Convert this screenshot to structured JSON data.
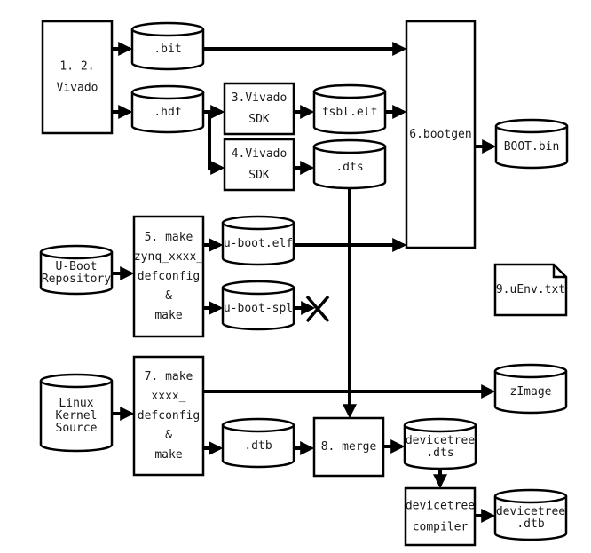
{
  "diagram": {
    "type": "flowchart",
    "nodes": {
      "vivado": {
        "kind": "process",
        "lines": [
          "1. 2.",
          "Vivado"
        ]
      },
      "bit": {
        "kind": "file",
        "lines": [
          ".bit"
        ]
      },
      "hdf": {
        "kind": "file",
        "lines": [
          ".hdf"
        ]
      },
      "sdk3": {
        "kind": "process",
        "lines": [
          "3.Vivado",
          "SDK"
        ]
      },
      "sdk4": {
        "kind": "process",
        "lines": [
          "4.Vivado",
          "SDK"
        ]
      },
      "fsbl": {
        "kind": "file",
        "lines": [
          "fsbl.elf"
        ]
      },
      "dts": {
        "kind": "file",
        "lines": [
          ".dts"
        ]
      },
      "bootgen": {
        "kind": "process",
        "lines": [
          "6.bootgen"
        ]
      },
      "bootbin": {
        "kind": "file",
        "lines": [
          "BOOT.bin"
        ]
      },
      "uboot_repo": {
        "kind": "file",
        "lines": [
          "U-Boot",
          "Repository"
        ]
      },
      "make5": {
        "kind": "process",
        "lines": [
          "5. make",
          "zynq_xxxx_",
          "defconfig",
          "&",
          "make"
        ]
      },
      "uboot_elf": {
        "kind": "file",
        "lines": [
          "u-boot.elf"
        ]
      },
      "uboot_spl": {
        "kind": "file",
        "lines": [
          "u-boot-spl"
        ]
      },
      "uenv": {
        "kind": "document",
        "lines": [
          "9.uEnv.txt"
        ]
      },
      "linux_src": {
        "kind": "file",
        "lines": [
          "Linux",
          "Kernel",
          "Source"
        ]
      },
      "make7": {
        "kind": "process",
        "lines": [
          "7. make",
          "xxxx_",
          "defconfig",
          "&",
          "make"
        ]
      },
      "zimage": {
        "kind": "file",
        "lines": [
          "zImage"
        ]
      },
      "dtb": {
        "kind": "file",
        "lines": [
          ".dtb"
        ]
      },
      "merge": {
        "kind": "process",
        "lines": [
          "8. merge"
        ]
      },
      "dt_dts": {
        "kind": "file",
        "lines": [
          "devicetree",
          ".dts"
        ]
      },
      "dtc": {
        "kind": "process",
        "lines": [
          "devicetree",
          "compiler"
        ]
      },
      "dt_dtb": {
        "kind": "file",
        "lines": [
          "devicetree",
          ".dtb"
        ]
      }
    },
    "edges": [
      {
        "from": "vivado",
        "to": "bit"
      },
      {
        "from": "vivado",
        "to": "hdf"
      },
      {
        "from": "bit",
        "to": "bootgen"
      },
      {
        "from": "hdf",
        "to": "sdk3"
      },
      {
        "from": "hdf",
        "to": "sdk4"
      },
      {
        "from": "sdk3",
        "to": "fsbl"
      },
      {
        "from": "sdk4",
        "to": "dts"
      },
      {
        "from": "fsbl",
        "to": "bootgen"
      },
      {
        "from": "bootgen",
        "to": "bootbin"
      },
      {
        "from": "uboot_repo",
        "to": "make5"
      },
      {
        "from": "make5",
        "to": "uboot_elf"
      },
      {
        "from": "make5",
        "to": "uboot_spl"
      },
      {
        "from": "uboot_elf",
        "to": "bootgen"
      },
      {
        "from": "uboot_spl",
        "to": "discarded"
      },
      {
        "from": "dts",
        "to": "merge"
      },
      {
        "from": "linux_src",
        "to": "make7"
      },
      {
        "from": "make7",
        "to": "zimage"
      },
      {
        "from": "make7",
        "to": "dtb"
      },
      {
        "from": "dtb",
        "to": "merge"
      },
      {
        "from": "merge",
        "to": "dt_dts"
      },
      {
        "from": "dt_dts",
        "to": "dtc"
      },
      {
        "from": "dtc",
        "to": "dt_dtb"
      }
    ]
  }
}
